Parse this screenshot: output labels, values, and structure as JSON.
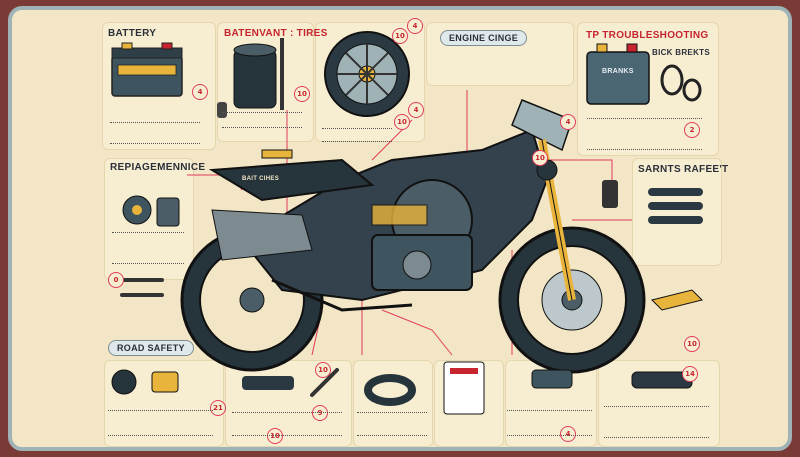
{
  "headings": {
    "battery": "BATTERY",
    "batteries_tires": "BATENVANT : TIRES",
    "engine": "ENGINE CINGE",
    "troubleshooting": "TP TROUBLESHOOTING",
    "brakes": "BICK BREKTS",
    "brakes_label": "BRANKS",
    "replacement": "REPIAGEMENNICE",
    "parts": "SARNTS RAFEE'T",
    "road_safety": "ROAD SAFETY",
    "bike_plate": "BAIT CIHES"
  },
  "badges": [
    "4",
    "10",
    "4",
    "10",
    "4",
    "10",
    "4",
    "2",
    "10",
    "10",
    "0",
    "10",
    "21",
    "14",
    "4",
    "10",
    "9"
  ],
  "colors": {
    "frame": "#9fb3b7",
    "paper": "#f3e6c6",
    "leader": "#e03b5b",
    "heading_red": "#c6242f",
    "bike_body": "#33424d",
    "accent": "#e8b43c"
  }
}
